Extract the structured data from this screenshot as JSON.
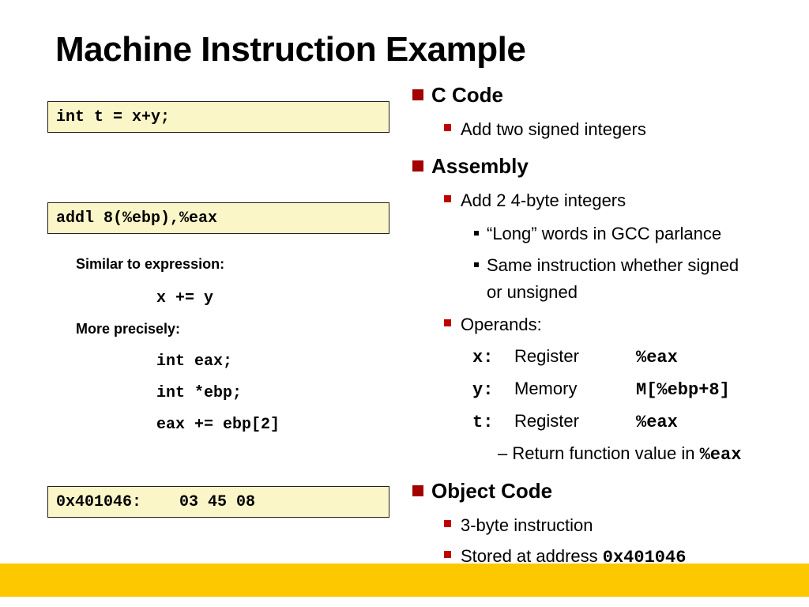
{
  "title": "Machine Instruction Example",
  "left": {
    "c_code": "int t = x+y;",
    "asm_code": "addl 8(%ebp),%eax",
    "similar_label": "Similar to expression:",
    "similar_expr": "x += y",
    "precise_label": "More precisely:",
    "precise_lines": [
      "int eax;",
      "int *ebp;",
      "eax += ebp[2]"
    ],
    "object_code": "0x401046:    03 45 08"
  },
  "right": {
    "c_code": {
      "heading": "C Code",
      "items": [
        "Add two signed integers"
      ]
    },
    "assembly": {
      "heading": "Assembly",
      "item1": "Add 2 4-byte integers",
      "sub1": "“Long” words in GCC parlance",
      "sub2_line1": "Same instruction whether signed",
      "sub2_line2": "or unsigned",
      "operands_label": "Operands:",
      "operands": [
        {
          "var": "x:",
          "kind": "Register",
          "loc": "%eax"
        },
        {
          "var": "y:",
          "kind": "Memory",
          "loc": "M[%ebp+8]"
        },
        {
          "var": "t:",
          "kind": "Register",
          "loc": "%eax"
        }
      ],
      "return_note_prefix": "– Return function value in ",
      "return_note_reg": "%eax"
    },
    "object_code": {
      "heading": "Object Code",
      "item1": "3-byte instruction",
      "item2_prefix": "Stored at address ",
      "item2_addr": "0x401046"
    }
  },
  "colors": {
    "code_box_bg": "#fbf6c8",
    "footer_bar": "#fdc800",
    "bullet_red": "#a30000"
  }
}
